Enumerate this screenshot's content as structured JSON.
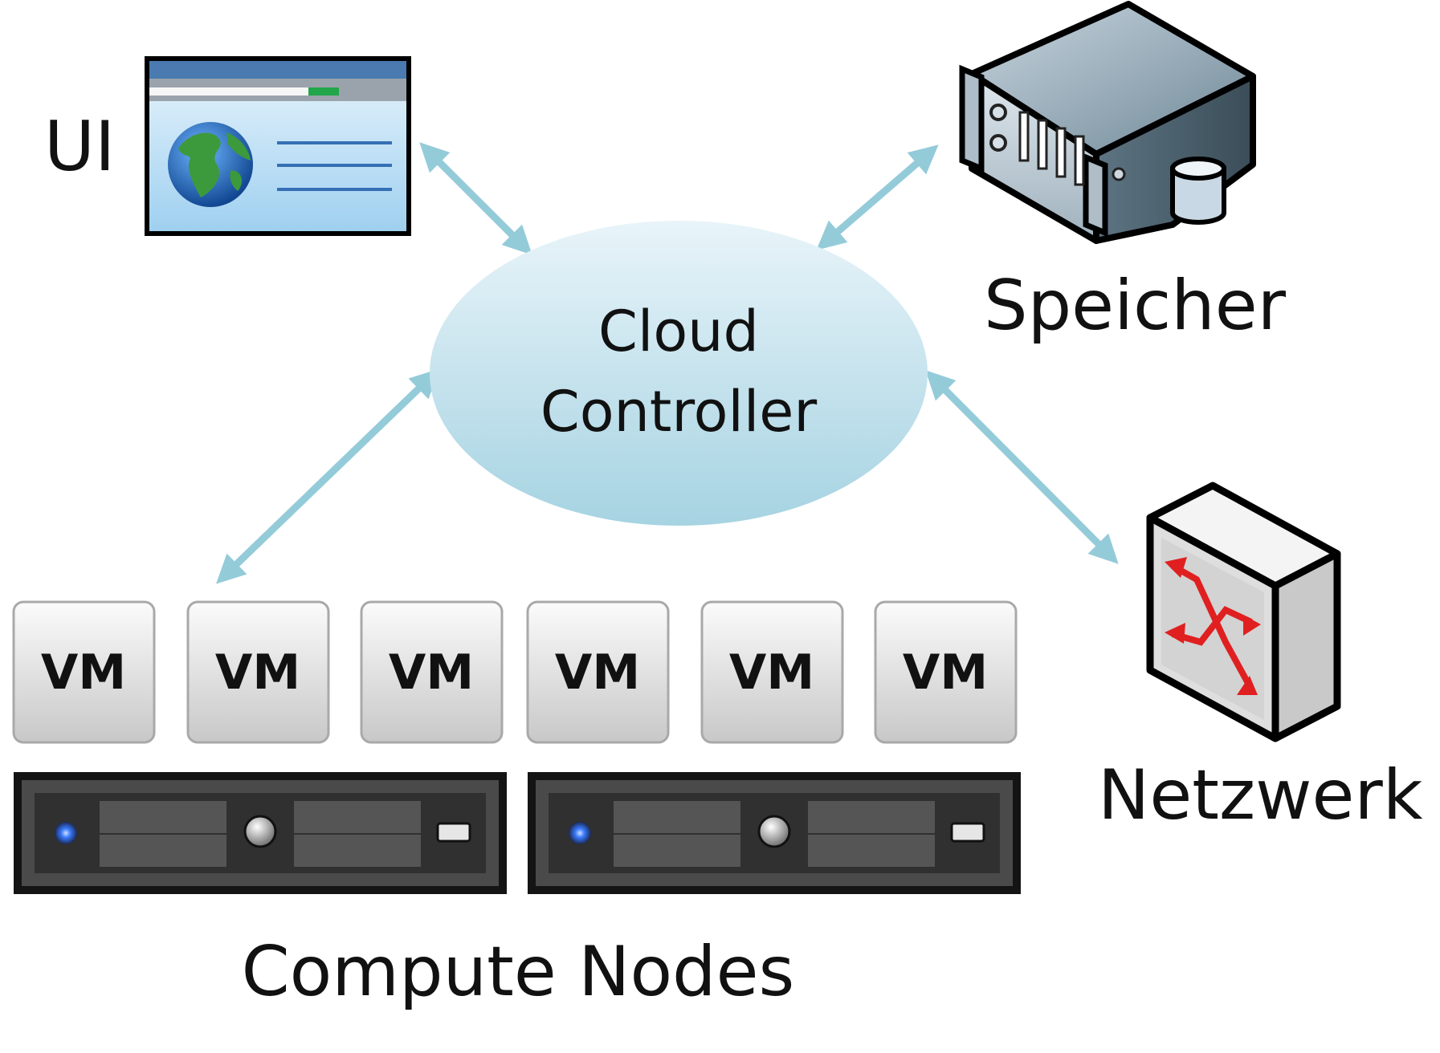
{
  "nodes": {
    "ui": {
      "label": "UI"
    },
    "storage": {
      "label": "Speicher"
    },
    "network": {
      "label": "Netzwerk"
    },
    "controller": {
      "line1": "Cloud",
      "line2": "Controller"
    },
    "compute": {
      "label": "Compute Nodes"
    }
  },
  "vms": [
    "VM",
    "VM",
    "VM",
    "VM",
    "VM",
    "VM"
  ],
  "colors": {
    "arrow": "#94cbd9",
    "controller_fill_top": "#e6f3f8",
    "controller_fill_bottom": "#a9d5e3",
    "vm_text": "#2a6fb5",
    "rack_body": "#3a3a3a",
    "led_blue": "#3a7bff",
    "network_arrow": "#e02020"
  },
  "icons": {
    "ui": "browser-window-globe-icon",
    "storage": "server-with-database-icon",
    "network": "network-switch-icon",
    "compute": "rack-server-icon"
  }
}
